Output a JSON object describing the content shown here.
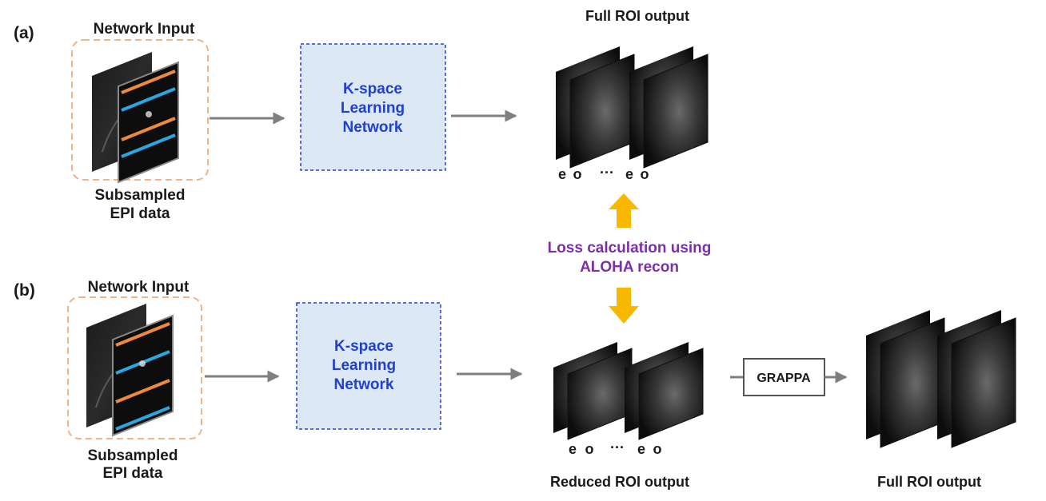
{
  "panel_a": {
    "tag": "(a)",
    "input_title": "Network Input",
    "input_caption_line1": "Subsampled",
    "input_caption_line2": "EPI data",
    "network_line1": "K-space",
    "network_line2": "Learning",
    "network_line3": "Network",
    "output_title": "Full ROI output",
    "echo_labels": [
      "e",
      "o",
      "···",
      "e",
      "o"
    ]
  },
  "panel_b": {
    "tag": "(b)",
    "input_title": "Network Input",
    "input_caption_line1": "Subsampled",
    "input_caption_line2": "EPI data",
    "network_line1": "K-space",
    "network_line2": "Learning",
    "network_line3": "Network",
    "reduced_output_title": "Reduced ROI output",
    "echo_labels": [
      "e",
      "o",
      "···",
      "e",
      "o"
    ],
    "grappa_label": "GRAPPA",
    "full_output_title": "Full ROI output"
  },
  "loss": {
    "line1": "Loss calculation using",
    "line2": "ALOHA recon"
  },
  "colors": {
    "input_dash": "#f0b48a",
    "network_fill": "#dde8f5",
    "network_border": "#2a3fd0",
    "network_text": "#1f3fd6",
    "arrow_gray": "#7f7f7f",
    "loss_arrow": "#f9b800",
    "loss_text": "#7b2fa8",
    "kspace_orange": "#ee8a3c",
    "kspace_blue": "#2aa7e0"
  }
}
